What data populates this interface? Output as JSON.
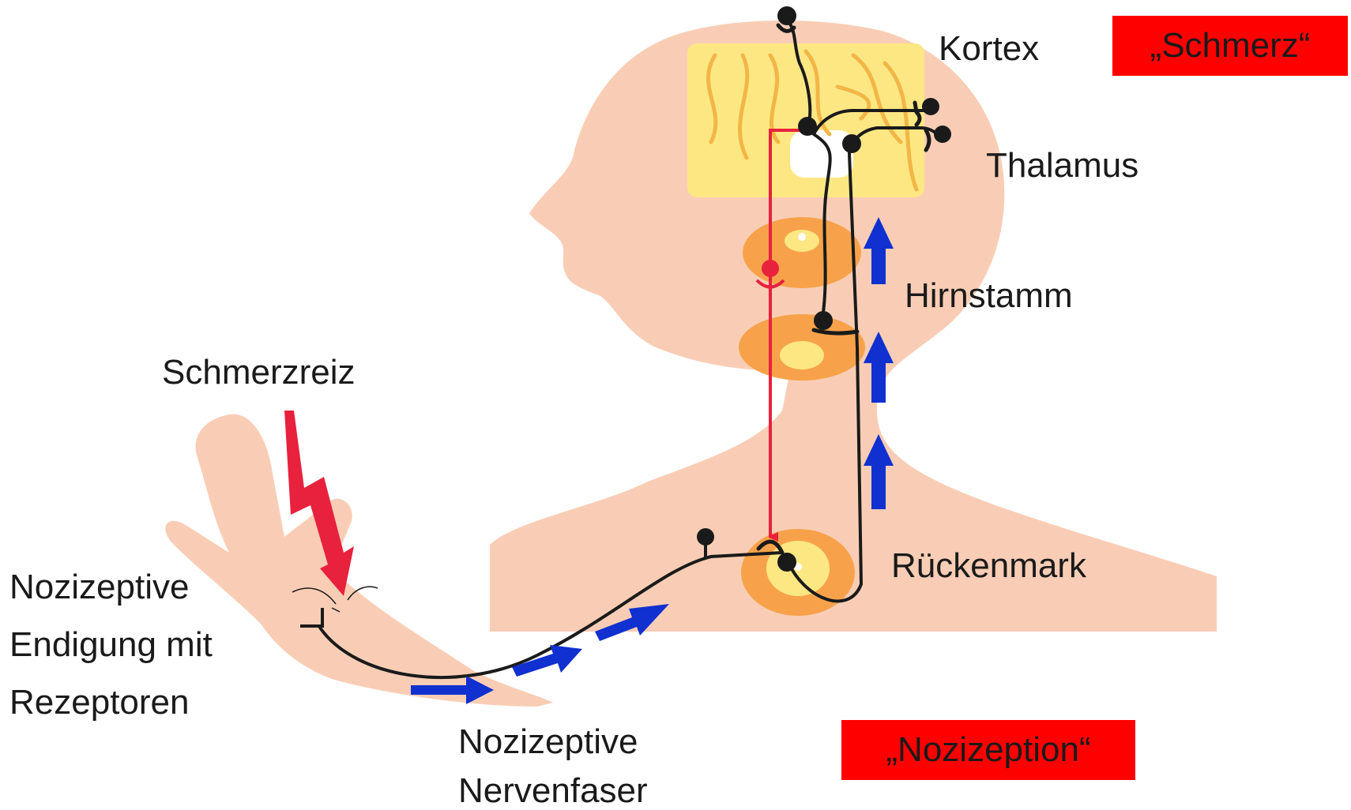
{
  "labels": {
    "kortex": "Kortex",
    "thalamus": "Thalamus",
    "hirnstamm": "Hirnstamm",
    "rueckenmark": "Rückenmark",
    "schmerzreiz": "Schmerzreiz",
    "endigung": [
      "Nozizeptive",
      "Endigung mit",
      "Rezeptoren"
    ],
    "nervenfaser": [
      "Nozizeptive",
      "Nervenfaser"
    ]
  },
  "boxes": {
    "schmerz": "„Schmerz“",
    "nozizeption": "„Nozizeption“"
  },
  "colors": {
    "skin": "#f9cdb5",
    "brain": "#fde783",
    "brain_fold": "#f2b646",
    "cord_orange": "#f7a24a",
    "cord_yellow": "#fde783",
    "nerve": "#1a1a1a",
    "descending": "#e8213d",
    "arrow": "#1030d0",
    "box": "#ff0000"
  }
}
